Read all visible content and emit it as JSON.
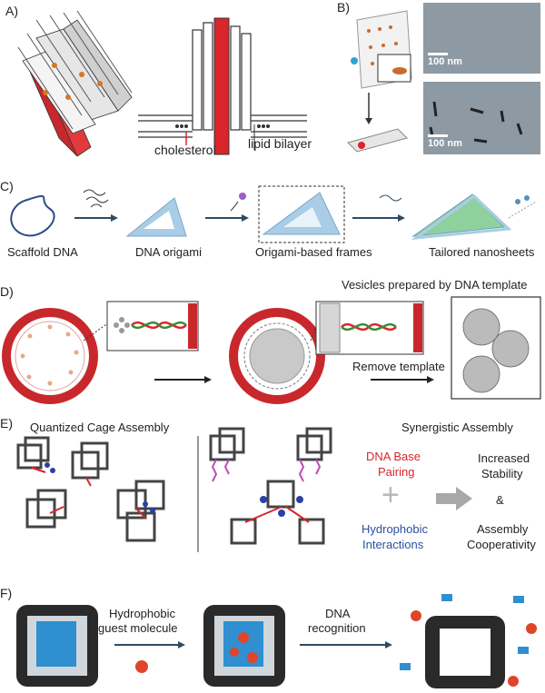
{
  "panels": {
    "A": {
      "letter": "A)",
      "cholesterol": "cholesterol",
      "lipid_bilayer": "lipid bilayer"
    },
    "B": {
      "letter": "B)",
      "scale_top": "100 nm",
      "scale_bottom": "100 nm"
    },
    "C": {
      "letter": "C)",
      "labels": [
        "Scaffold DNA",
        "DNA origami",
        "Origami-based frames",
        "Tailored nanosheets"
      ]
    },
    "D": {
      "letter": "D)",
      "vesicles_title": "Vesicles prepared by DNA template",
      "remove_template": "Remove template"
    },
    "E": {
      "letter": "E)",
      "quantized_title": "Quantized Cage Assembly",
      "synergistic_title": "Synergistic Assembly",
      "dna_base_pairing_1": "DNA Base",
      "dna_base_pairing_2": "Pairing",
      "hydrophobic_1": "Hydrophobic",
      "hydrophobic_2": "Interactions",
      "result_1": "Increased",
      "result_2": "Stability",
      "result_3": "&",
      "result_4": "Assembly",
      "result_5": "Cooperativity"
    },
    "F": {
      "letter": "F)",
      "guest_1": "Hydrophobic",
      "guest_2": "guest molecule",
      "recog_1": "DNA",
      "recog_2": "recognition"
    }
  },
  "colors": {
    "red": "#d8262b",
    "blue": "#2b4fa0",
    "arrow": "#2f4a62",
    "origami": "#a9cde6",
    "sheet_green": "#8fd19e"
  }
}
